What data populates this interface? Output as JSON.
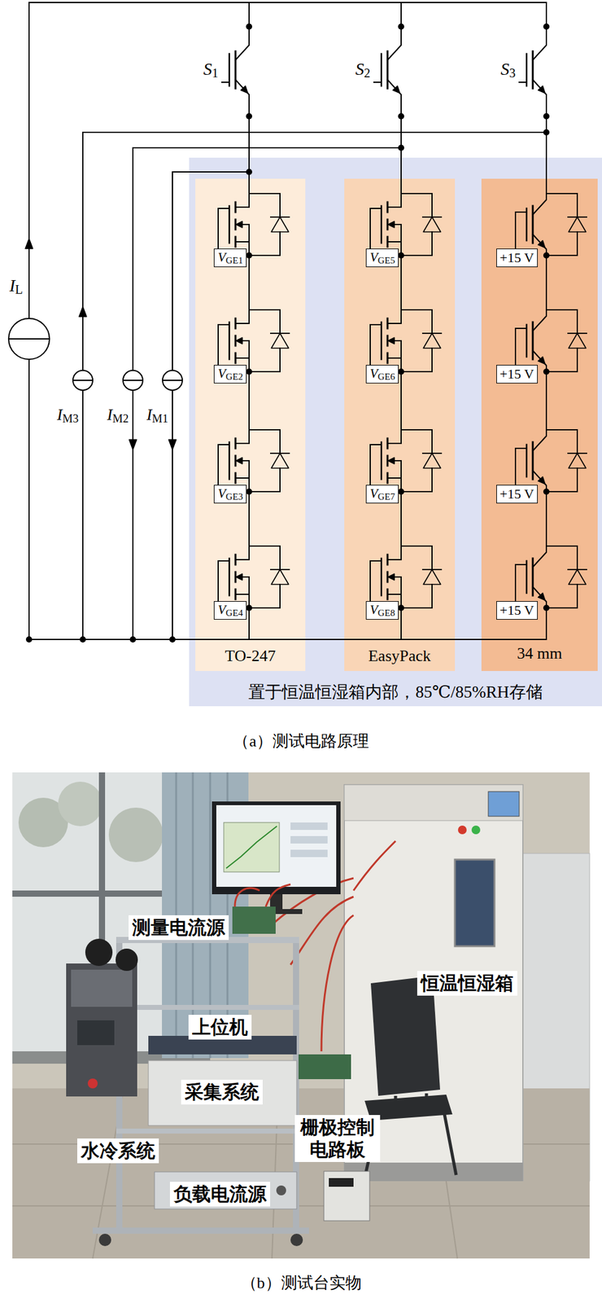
{
  "diagram": {
    "nodes": [
      {
        "text": [
          "置于恒温恒湿箱内部，85℃/85%RH存储"
        ]
      },
      {
        "text": [
          "TO-247"
        ],
        "in": 0
      },
      {
        "text": [
          "VGE1"
        ],
        "in": 1
      },
      {
        "text": [
          "VGE2"
        ],
        "in": 1
      },
      {
        "text": [
          "VGE3"
        ],
        "in": 1
      },
      {
        "text": [
          "VGE4"
        ],
        "in": 1
      },
      {
        "text": [
          "EasyPack"
        ],
        "in": 0
      },
      {
        "text": [
          "VGE5"
        ],
        "in": 6
      },
      {
        "text": [
          "VGE6"
        ],
        "in": 6
      },
      {
        "text": [
          "VGE7"
        ],
        "in": 6
      },
      {
        "text": [
          "VGE8"
        ],
        "in": 6
      },
      {
        "text": [
          "34 mm"
        ],
        "in": 0
      },
      {
        "text": [
          "+15 V"
        ],
        "in": 11
      },
      {
        "text": [
          "+15 V"
        ],
        "in": 11
      },
      {
        "text": [
          "+15 V"
        ],
        "in": 11
      },
      {
        "text": [
          "+15 V"
        ],
        "in": 11
      },
      {
        "text": [
          "测量电流源"
        ]
      },
      {
        "text": [
          "恒温恒湿箱"
        ]
      },
      {
        "text": [
          "上位机"
        ]
      },
      {
        "text": [
          "采集系统"
        ]
      },
      {
        "text": [
          "栅极控制 电路板"
        ]
      },
      {
        "text": [
          "水冷系统"
        ]
      },
      {
        "text": [
          "负载电流源"
        ]
      }
    ],
    "labels": [
      "S1",
      "S2",
      "S3",
      "IL",
      "IM3",
      "IM2",
      "IM1",
      "（a）测试电路原理",
      "（b）测试台实物"
    ]
  }
}
